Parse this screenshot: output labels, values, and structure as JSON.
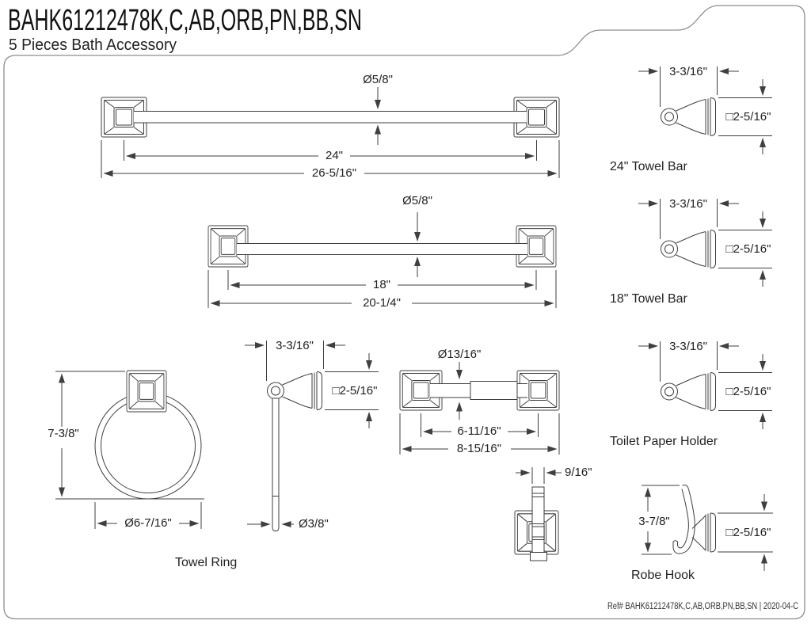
{
  "header": {
    "title": "BAHK61212478K,C,AB,ORB,PN,BB,SN",
    "subtitle": "5 Pieces Bath Accessory"
  },
  "footer": {
    "ref": "Ref# BAHK61212478K,C,AB,ORB,PN,BB,SN | 2020-04-C"
  },
  "colors": {
    "line": "#3f3f3f",
    "border": "#8d8d8d",
    "text": "#222222",
    "background": "#ffffff"
  },
  "views": {
    "towel_bar_24_front": {
      "dia": "Ø5/8\"",
      "c2c": "24\"",
      "overall": "26-5/16\""
    },
    "towel_bar_18_front": {
      "dia": "Ø5/8\"",
      "c2c": "18\"",
      "overall": "20-1/4\""
    },
    "towel_bar_24_side": {
      "label": "24\" Towel Bar",
      "projection": "3-3/16\"",
      "base": "□2-5/16\""
    },
    "towel_bar_18_side": {
      "label": "18\" Towel Bar",
      "projection": "3-3/16\"",
      "base": "□2-5/16\""
    },
    "tp_holder_front": {
      "roller_dia": "Ø13/16\"",
      "c2c": "6-11/16\"",
      "overall": "8-15/16\""
    },
    "tp_holder_side": {
      "label": "Toilet Paper Holder",
      "projection": "3-3/16\"",
      "base": "□2-5/16\""
    },
    "towel_ring_front": {
      "label": "Towel Ring",
      "height": "7-3/8\"",
      "dia": "Ø6-7/16\""
    },
    "towel_ring_side": {
      "projection": "3-3/16\"",
      "base": "□2-5/16\"",
      "bar_dia": "Ø3/8\""
    },
    "robe_hook_front": {
      "width": "9/16\""
    },
    "robe_hook_side": {
      "label": "Robe Hook",
      "height": "3-7/8\"",
      "base": "□2-5/16\""
    }
  }
}
